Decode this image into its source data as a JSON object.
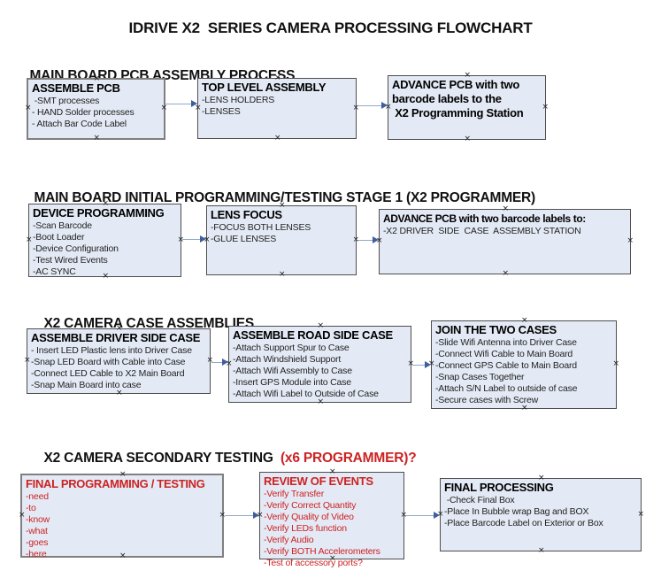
{
  "title": "IDRIVE X2  SERIES CAMERA PROCESSING FLOWCHART",
  "handle_glyph": "×",
  "colors": {
    "box_fill": "#e4eaf5",
    "box_border": "#4d4d4d",
    "arrow_line": "#91a8c9",
    "arrow_head": "#3f5e9e",
    "red_text": "#cc2222",
    "heading_text": "#111111"
  },
  "sections": {
    "s1": {
      "heading": "MAIN BOARD PCB ASSEMBLY PROCESS"
    },
    "s2": {
      "heading": "MAIN BOARD INITIAL PROGRAMMING/TESTING STAGE 1 (X2 PROGRAMMER)"
    },
    "s3": {
      "heading": "X2 CAMERA CASE ASSEMBLIES"
    },
    "s4": {
      "heading": "X2 CAMERA SECONDARY TESTING  ",
      "heading_red": "(x6 PROGRAMMER)?"
    }
  },
  "boxes": {
    "assemble_pcb": {
      "title": "ASSEMBLE PCB",
      "lines": [
        " -SMT processes",
        "- HAND Solder processes",
        "- Attach Bar Code Label"
      ]
    },
    "top_level_assembly": {
      "title": "TOP LEVEL ASSEMBLY",
      "lines": [
        "-LENS HOLDERS",
        "-LENSES"
      ]
    },
    "advance_pcb_to_programming": {
      "title": "",
      "lines": [
        "ADVANCE PCB with two",
        "barcode labels to the",
        " X2 Programming Station"
      ]
    },
    "device_programming": {
      "title": "DEVICE PROGRAMMING",
      "lines": [
        "-Scan Barcode",
        "-Boot Loader",
        "-Device Configuration",
        "-Test Wired Events",
        "-AC SYNC"
      ]
    },
    "lens_focus": {
      "title": "LENS FOCUS",
      "lines": [
        "-FOCUS BOTH LENSES",
        "-GLUE LENSES"
      ]
    },
    "advance_pcb_to_case_station": {
      "title": "ADVANCE PCB with two barcode labels to:",
      "lines": [
        "-X2 DRIVER  SIDE  CASE  ASSEMBLY STATION"
      ]
    },
    "assemble_driver_side_case": {
      "title": "ASSEMBLE DRIVER SIDE CASE",
      "lines": [
        "- Insert LED Plastic lens into Driver Case",
        "-Snap LED Board with Cable into Case",
        "-Connect LED Cable to X2 Main Board",
        "-Snap Main Board into case"
      ]
    },
    "assemble_road_side_case": {
      "title": "ASSEMBLE ROAD SIDE CASE",
      "lines": [
        "-Attach Support Spur to Case",
        "-Attach Windshield Support",
        "-Attach Wifi Assembly to Case",
        "-Insert GPS Module into Case",
        "-Attach Wifi Label to Outside of Case"
      ]
    },
    "join_the_two_cases": {
      "title": "JOIN THE TWO CASES",
      "lines": [
        "-Slide Wifi Antenna into Driver Case",
        "-Connect Wifi Cable to Main Board",
        "-Connect GPS Cable to Main Board",
        "-Snap Cases Together",
        "-Attach S/N Label to outside of case",
        "-Secure cases with Screw"
      ]
    },
    "final_programming_testing": {
      "title": "FINAL PROGRAMMING / TESTING",
      "lines": [
        "-need",
        "-to",
        "-know",
        "-what",
        "-goes",
        "-here"
      ]
    },
    "review_of_events": {
      "title": "REVIEW OF EVENTS",
      "lines": [
        "-Verify Transfer",
        "-Verify Correct Quantity",
        "-Verify Quality of Video",
        "-Verify LEDs function",
        "-Verify Audio",
        "-Verify BOTH Accelerometers",
        "-Test of accessory ports?"
      ]
    },
    "final_processing": {
      "title": "FINAL PROCESSING",
      "lines": [
        " -Check Final Box",
        "-Place In Bubble wrap Bag and BOX",
        "-Place Barcode Label on Exterior or Box"
      ]
    }
  }
}
